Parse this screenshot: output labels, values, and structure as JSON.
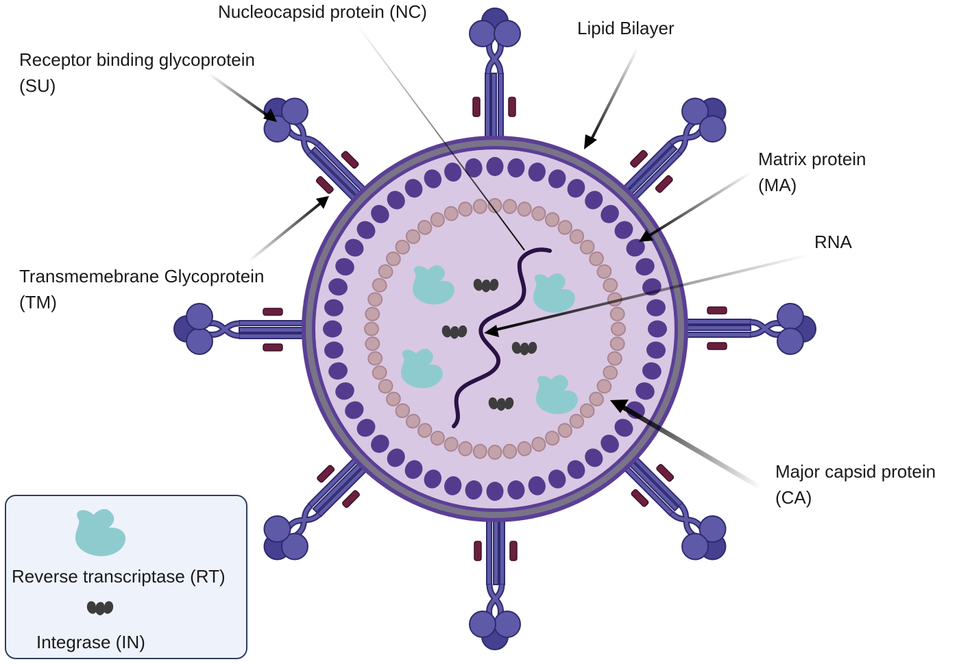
{
  "labels": {
    "nc": "Nucleocapsid protein (NC)",
    "lipid": "Lipid Bilayer",
    "su_line1": "Receptor binding glycoprotein",
    "su_line2": "(SU)",
    "ma_line1": "Matrix protein",
    "ma_line2": "(MA)",
    "rna": "RNA",
    "tm_line1": "Transmemebrane Glycoprotein",
    "tm_line2": "(TM)",
    "ca_line1": "Major capsid protein",
    "ca_line2": "(CA)"
  },
  "legend": {
    "rt": "Reverse transcriptase (RT)",
    "in": "Integrase (IN)"
  },
  "colors": {
    "outer_membrane": "#5a3f96",
    "lipid_gray": "#7a7488",
    "interior": "#d9c8e3",
    "matrix": "#553b8e",
    "capsid_fill": "#c4a2aa",
    "capsid_stroke": "#a98590",
    "spike_fill": "#5e5aa8",
    "spike_stroke": "#2f2a6e",
    "tm_bar": "#6a1f3f",
    "rt": "#8ecbcf",
    "integrase": "#3d3d3d",
    "rna": "#2a1245"
  }
}
